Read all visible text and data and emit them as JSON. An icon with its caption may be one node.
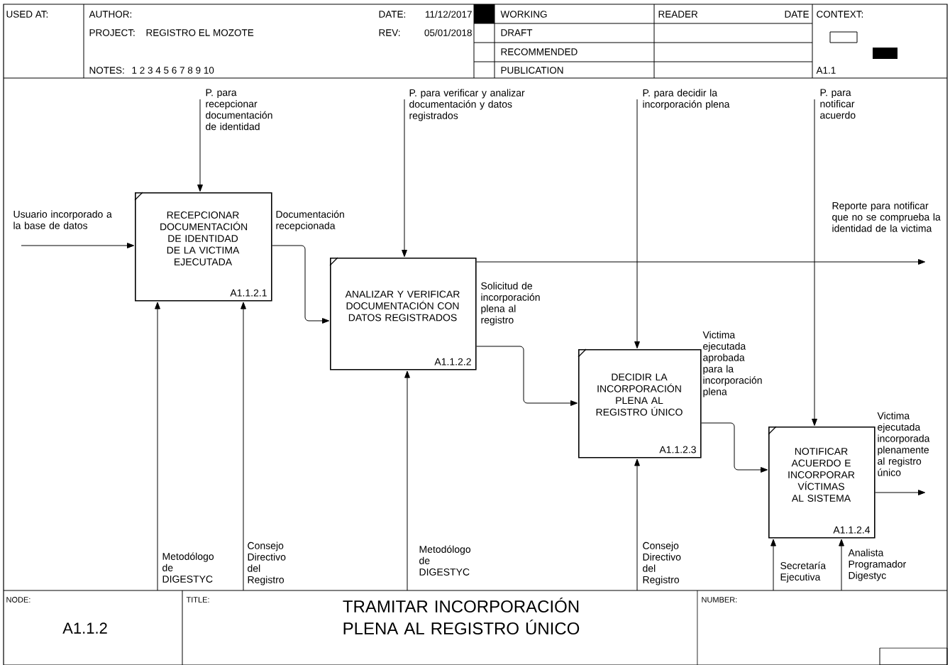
{
  "diagram": {
    "title": "TRAMITAR INCORPORACIÓN PLENA AL REGISTRO ÚNICO",
    "nodes": [
      {
        "text": [
          "RECEPCIONAR DOCUMENTACIÓN DE IDENTIDAD DE LA VICTIMA EJECUTADA",
          "A1.1.2.1"
        ]
      },
      {
        "text": [
          "ANALIZAR Y VERIFICAR DOCUMENTACIÓN CON DATOS REGISTRADOS",
          "A1.1.2.2"
        ]
      },
      {
        "text": [
          "DECIDIR LA INCORPORACIÓN PLENA AL REGISTRO ÚNICO",
          "A1.1.2.3"
        ]
      },
      {
        "text": [
          "NOTIFICAR ACUERDO E INCORPORAR VÍCTIMAS AL SISTEMA",
          "A1.1.2.4"
        ]
      }
    ],
    "edges": [
      {
        "from": null,
        "to": 0,
        "arrow": "to",
        "label": "Usuario incorporado a la base de datos"
      },
      {
        "from": null,
        "to": 0,
        "arrow": "to",
        "label": "P. para recepcionar documentación de identidad"
      },
      {
        "from": null,
        "to": 0,
        "arrow": "to",
        "label": "Metodólogo de DIGESTYC"
      },
      {
        "from": null,
        "to": 0,
        "arrow": "to",
        "label": "Consejo Directivo del Registro"
      },
      {
        "from": 0,
        "to": 1,
        "arrow": "to",
        "label": "Documentación recepcionada"
      },
      {
        "from": null,
        "to": 1,
        "arrow": "to",
        "label": "P. para verificar y analizar documentación y datos registrados"
      },
      {
        "from": null,
        "to": 1,
        "arrow": "to",
        "label": "Metodólogo de DIGESTYC"
      },
      {
        "from": 1,
        "to": null,
        "arrow": "to",
        "label": "Reporte para notificar que no se comprueba la identidad de la victima"
      },
      {
        "from": 1,
        "to": 2,
        "arrow": "to",
        "label": "Solicitud de incorporación plena al registro"
      },
      {
        "from": null,
        "to": 2,
        "arrow": "to",
        "label": "P. para decidir la incorporación plena"
      },
      {
        "from": null,
        "to": 2,
        "arrow": "to",
        "label": "Consejo Directivo del Registro"
      },
      {
        "from": 2,
        "to": 3,
        "arrow": "to",
        "label": "Victima ejecutada aprobada para la incorporación plena"
      },
      {
        "from": null,
        "to": 3,
        "arrow": "to",
        "label": "P. para notificar acuerdo"
      },
      {
        "from": null,
        "to": 3,
        "arrow": "to",
        "label": "Secretaría Ejecutiva"
      },
      {
        "from": null,
        "to": 3,
        "arrow": "to",
        "label": "Analista Programador Digestyc"
      },
      {
        "from": 3,
        "to": null,
        "arrow": "to",
        "label": "Victima ejecutada incorporada plenamente al registro único"
      }
    ],
    "labels": [
      "USED AT:",
      "AUTHOR:",
      "DATE:",
      "11/12/2017",
      "PROJECT:",
      "REGISTRO EL MOZOTE",
      "REV:",
      "05/01/2018",
      "NOTES:",
      "1 2 3 4 5 6 7 8 9 10",
      "WORKING",
      "READER",
      "DATE",
      "CONTEXT:",
      "DRAFT",
      "RECOMMENDED",
      "PUBLICATION",
      "A1.1",
      "NODE:",
      "A1.1.2",
      "TITLE:",
      "NUMBER:"
    ]
  }
}
